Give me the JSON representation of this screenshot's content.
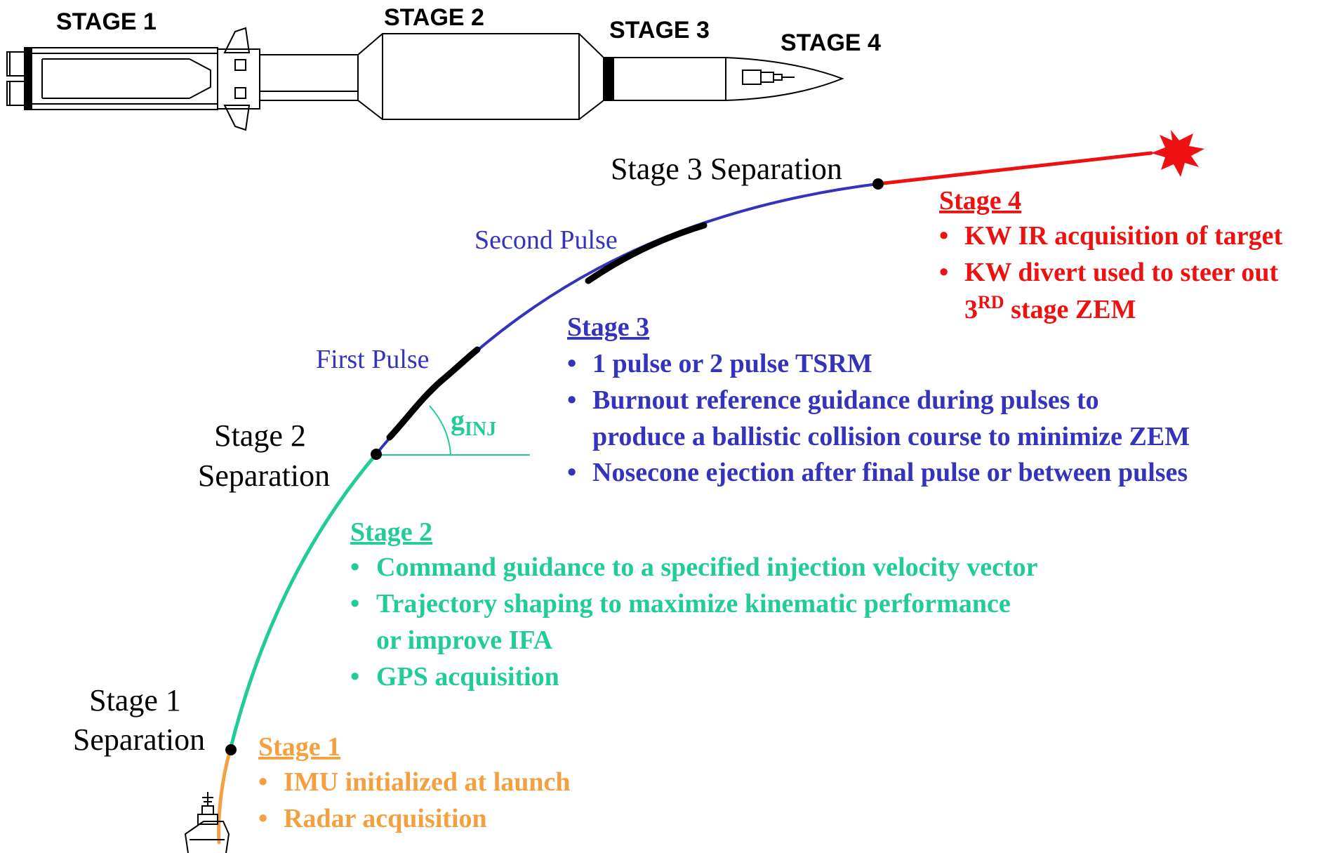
{
  "colors": {
    "stage1": "#f5a040",
    "stage2": "#22cc99",
    "stage3": "#3333bb",
    "stage4": "#ee1111",
    "pulse": "#000000",
    "event_dot": "#000000"
  },
  "missile": {
    "stage_labels": [
      "STAGE 1",
      "STAGE 2",
      "STAGE 3",
      "STAGE 4"
    ]
  },
  "events": {
    "stage1_separation": [
      "Stage 1",
      "Separation"
    ],
    "stage2_separation": [
      "Stage 2",
      "Separation"
    ],
    "stage3_separation": "Stage 3 Separation"
  },
  "pulses": {
    "first": "First Pulse",
    "second": "Second Pulse"
  },
  "angle_label": {
    "main": "g",
    "subscript": "INJ"
  },
  "stage1": {
    "heading": "Stage 1",
    "bullets": [
      "IMU initialized at launch",
      "Radar acquisition"
    ]
  },
  "stage2": {
    "heading": "Stage 2",
    "bullets": [
      [
        "Command guidance to a specified injection velocity vector"
      ],
      [
        "Trajectory shaping to maximize kinematic performance",
        "or improve IFA"
      ],
      [
        "GPS acquisition"
      ]
    ]
  },
  "stage3": {
    "heading": "Stage 3",
    "bullets": [
      [
        "1 pulse or 2 pulse TSRM"
      ],
      [
        "Burnout reference guidance during pulses to",
        "produce a ballistic collision course to minimize ZEM"
      ],
      [
        "Nosecone ejection after final pulse or between pulses"
      ]
    ]
  },
  "stage4": {
    "heading": "Stage 4",
    "bullets": [
      [
        "KW IR acquisition of target"
      ],
      [
        "KW divert used to steer out"
      ]
    ],
    "last_line": {
      "prefix": "3",
      "superscript": "RD",
      "suffix": " stage ZEM"
    }
  },
  "bullet_char": "•"
}
